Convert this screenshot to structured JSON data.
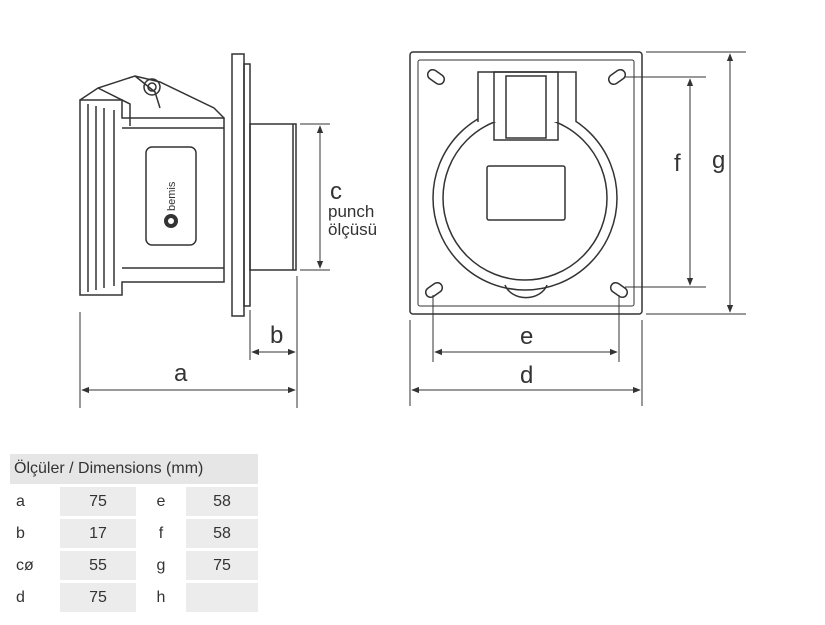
{
  "drawing": {
    "side_view": {
      "brand_name": "bemis",
      "labels": {
        "a": "a",
        "b": "b",
        "c": "c",
        "punch_line1": "punch",
        "punch_line2": "ölçüsü"
      }
    },
    "front_view": {
      "labels": {
        "d": "d",
        "e": "e",
        "f": "f",
        "g": "g"
      }
    }
  },
  "table": {
    "title": "Ölçüler / Dimensions (mm)",
    "rows": [
      {
        "k1": "a",
        "v1": "75",
        "k2": "e",
        "v2": "58"
      },
      {
        "k1": "b",
        "v1": "17",
        "k2": "f",
        "v2": "58"
      },
      {
        "k1": "cø",
        "v1": "55",
        "k2": "g",
        "v2": "75"
      },
      {
        "k1": "d",
        "v1": "75",
        "k2": "h",
        "v2": ""
      }
    ]
  }
}
